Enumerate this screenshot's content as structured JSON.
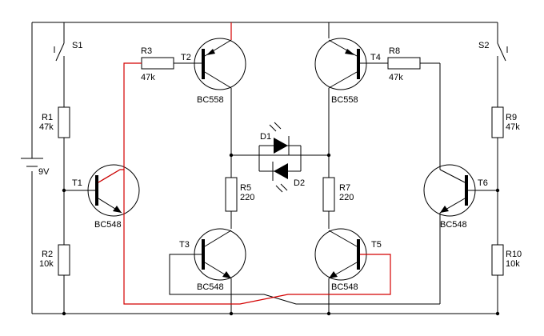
{
  "switches": [
    {
      "id": "s1",
      "label": "S1"
    },
    {
      "id": "s2",
      "label": "S2"
    }
  ],
  "battery": {
    "label": "9V"
  },
  "resistors": [
    {
      "id": "r1",
      "name": "R1",
      "value": "47k"
    },
    {
      "id": "r2",
      "name": "R2",
      "value": "10k"
    },
    {
      "id": "r3",
      "name": "R3",
      "value": "47k"
    },
    {
      "id": "r5",
      "name": "R5",
      "value": "220"
    },
    {
      "id": "r7",
      "name": "R7",
      "value": "220"
    },
    {
      "id": "r8",
      "name": "R8",
      "value": "47k"
    },
    {
      "id": "r9",
      "name": "R9",
      "value": "47k"
    },
    {
      "id": "r10",
      "name": "R10",
      "value": "10k"
    }
  ],
  "transistors": [
    {
      "id": "t1",
      "name": "T1",
      "type": "BC548"
    },
    {
      "id": "t2",
      "name": "T2",
      "type": "BC558"
    },
    {
      "id": "t3",
      "name": "T3",
      "type": "BC548"
    },
    {
      "id": "t4",
      "name": "T4",
      "type": "BC558"
    },
    {
      "id": "t5",
      "name": "T5",
      "type": "BC548"
    },
    {
      "id": "t6",
      "name": "T6",
      "type": "BC548"
    }
  ],
  "diodes": [
    {
      "id": "d1",
      "name": "D1"
    },
    {
      "id": "d2",
      "name": "D2"
    }
  ],
  "colors": {
    "wire": "#000000",
    "highlight": "#d40000",
    "background": "#ffffff"
  }
}
